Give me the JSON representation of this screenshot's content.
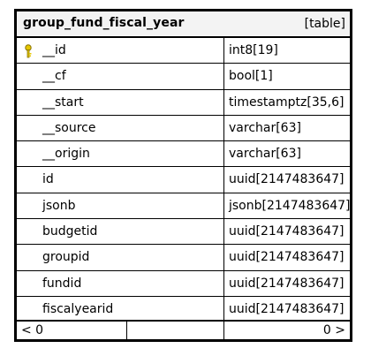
{
  "table": {
    "name": "group_fund_fiscal_year",
    "kind_label": "[table]",
    "columns": [
      {
        "name": "__id",
        "type": "int8[19]",
        "primary_key": true
      },
      {
        "name": "__cf",
        "type": "bool[1]"
      },
      {
        "name": "__start",
        "type": "timestamptz[35,6]"
      },
      {
        "name": "__source",
        "type": "varchar[63]"
      },
      {
        "name": "__origin",
        "type": "varchar[63]"
      },
      {
        "name": "id",
        "type": "uuid[2147483647]"
      },
      {
        "name": "jsonb",
        "type": "jsonb[2147483647]"
      },
      {
        "name": "budgetid",
        "type": "uuid[2147483647]"
      },
      {
        "name": "groupid",
        "type": "uuid[2147483647]"
      },
      {
        "name": "fundid",
        "type": "uuid[2147483647]"
      },
      {
        "name": "fiscalyearid",
        "type": "uuid[2147483647]"
      }
    ],
    "footer": {
      "left": "< 0",
      "right": "0 >"
    }
  },
  "colors": {
    "header_bg": "#f3f3f3",
    "border": "#000000",
    "key_icon": "#e6c700"
  },
  "icons": {
    "primary_key": "key-icon"
  }
}
